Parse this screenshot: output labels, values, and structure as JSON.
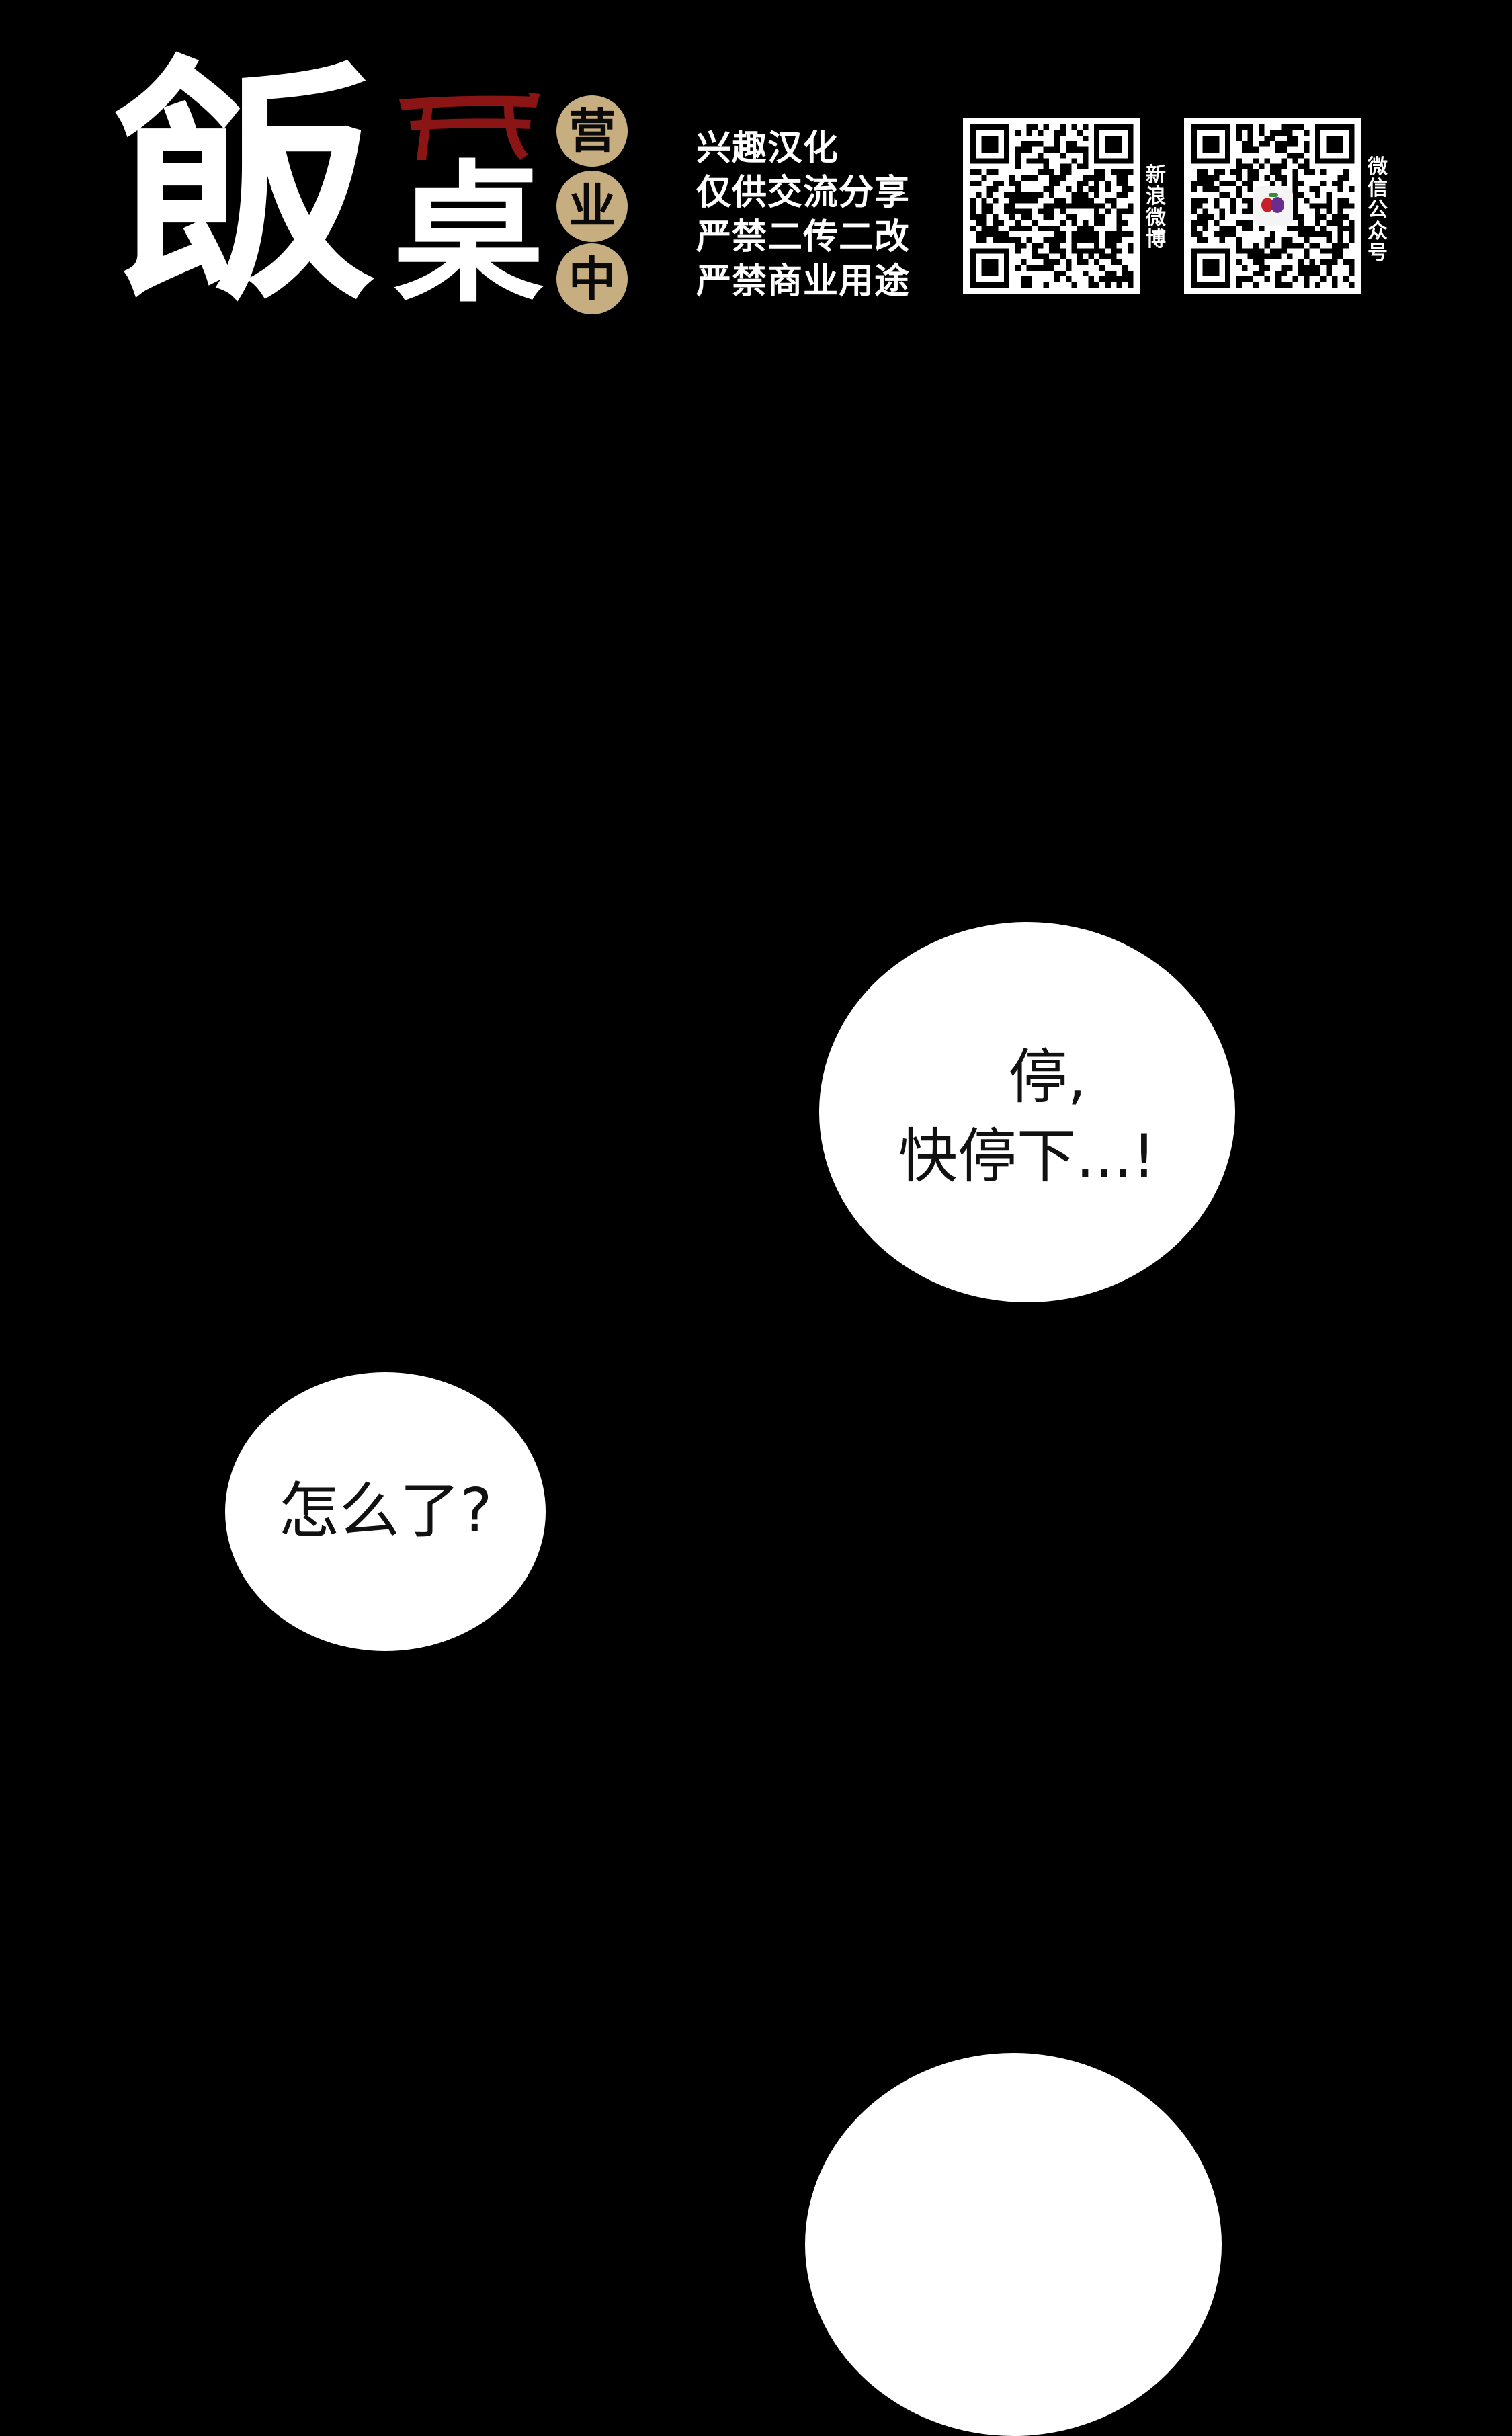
{
  "header": {
    "logo": {
      "main_char_1": "飯",
      "main_char_2": "桌",
      "badges": [
        "营",
        "业",
        "中"
      ],
      "colors": {
        "logo_white": "#ffffff",
        "torii_red": "#8b1414",
        "badge_gold": "#c6ae80"
      }
    },
    "notice_lines": [
      "兴趣汉化",
      "仅供交流分享",
      "严禁二传二改",
      "严禁商业用途"
    ],
    "qr_codes": [
      {
        "label": "新浪微博",
        "icon": "qr-code-icon"
      },
      {
        "label": "微信公众号",
        "icon": "qr-code-icon",
        "center_logo": "fruit-logo-icon"
      }
    ]
  },
  "panels": {
    "background": "#000000",
    "bubbles": [
      {
        "lines": [
          "停,",
          "快停下...!"
        ]
      },
      {
        "lines": [
          "怎么了?"
        ]
      },
      {
        "lines": []
      }
    ]
  }
}
